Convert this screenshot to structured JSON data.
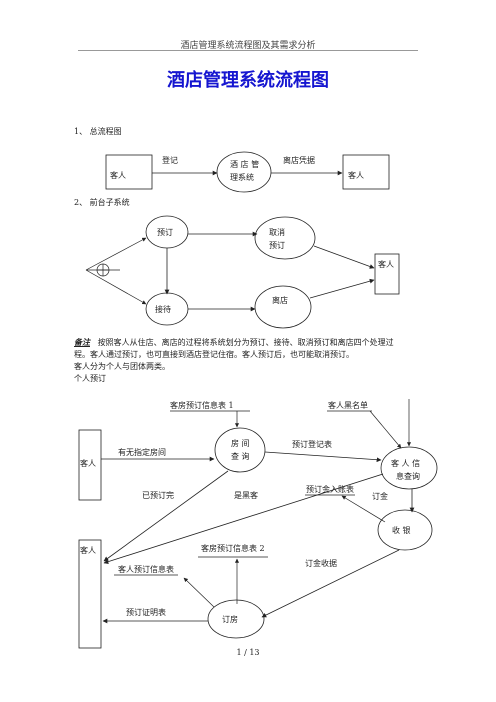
{
  "header": "酒店管理系统流程图及其需求分析",
  "title": "酒店管理系统流程图",
  "sections": {
    "s1": "1、 总流程图",
    "s2": "2、 前台子系统"
  },
  "overall": {
    "customer_left": "客人",
    "register": "登记",
    "system_line1": "酒 店 管",
    "system_line2": "理系统",
    "checkout_voucher": "离店凭据",
    "customer_right": "客人"
  },
  "front": {
    "reserve": "预订",
    "cancel_line1": "取消",
    "cancel_line2": "预订",
    "customer": "客人",
    "receive": "接待",
    "leave": "离店"
  },
  "note": {
    "keyword": "备注",
    "line1": "按照客人从住店、离店的过程将系统划分为预订、接待、取消预订和离店四个处理过",
    "line2": "程。客人通过预订，也可直接到酒店登记住宿。客人预订后，也可能取消预订。",
    "line3": "客人分为个人与团体两类。",
    "line4": "个人预订"
  },
  "personal": {
    "room_booking_info_1": "客房预订信息表 1",
    "blacklist": "客人黑名单",
    "customer_top": "客人",
    "specified_room": "有无指定房间",
    "room_query_line1": "房  间",
    "room_query_line2": "查  询",
    "booking_register": "预订登记表",
    "cust_info_line1": "客 人 信",
    "cust_info_line2": "息查询",
    "fully_booked": "已预订完",
    "is_blacklisted": "是黑客",
    "deposit_ledger": "预订金入账表",
    "deposit": "订金",
    "cashier": "收  银",
    "customer_bottom": "客人",
    "room_booking_info_2": "客房预订信息表 2",
    "customer_booking_info": "客人预订信息表",
    "deposit_receipt": "订金收据",
    "booking_proof": "预订证明表",
    "booking": "订房"
  },
  "footer": "1  /  13"
}
